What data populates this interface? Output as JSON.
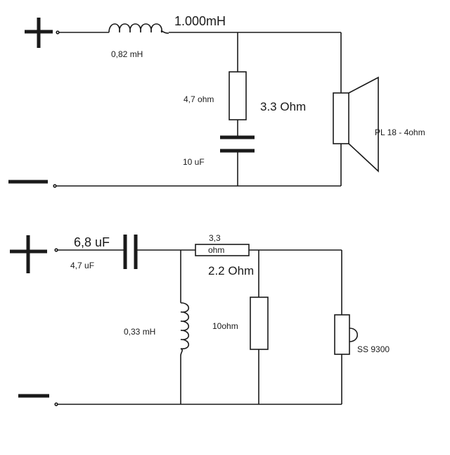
{
  "colors": {
    "wire": "#1a1a1a",
    "background": "#ffffff"
  },
  "woofer_circuit": {
    "plus_sign": "+",
    "minus_sign": "−",
    "inductor_label": "0,82 mH",
    "inductor_value_note": "1.000mH",
    "resistor_label": "4,7 ohm",
    "impedance_note": "3.3 Ohm",
    "capacitor_label": "10 uF",
    "speaker_label": "PL 18 - 4ohm"
  },
  "tweeter_circuit": {
    "plus_sign": "+",
    "minus_sign": "−",
    "capacitor_value_note": "6,8 uF",
    "capacitor_label": "4,7 uF",
    "series_resistor_label_top": "3,3",
    "series_resistor_label_inner": "ohm",
    "impedance_note": "2.2 Ohm",
    "inductor_label": "0,33 mH",
    "shunt_resistor_label": "10ohm",
    "tweeter_label": "SS 9300"
  }
}
